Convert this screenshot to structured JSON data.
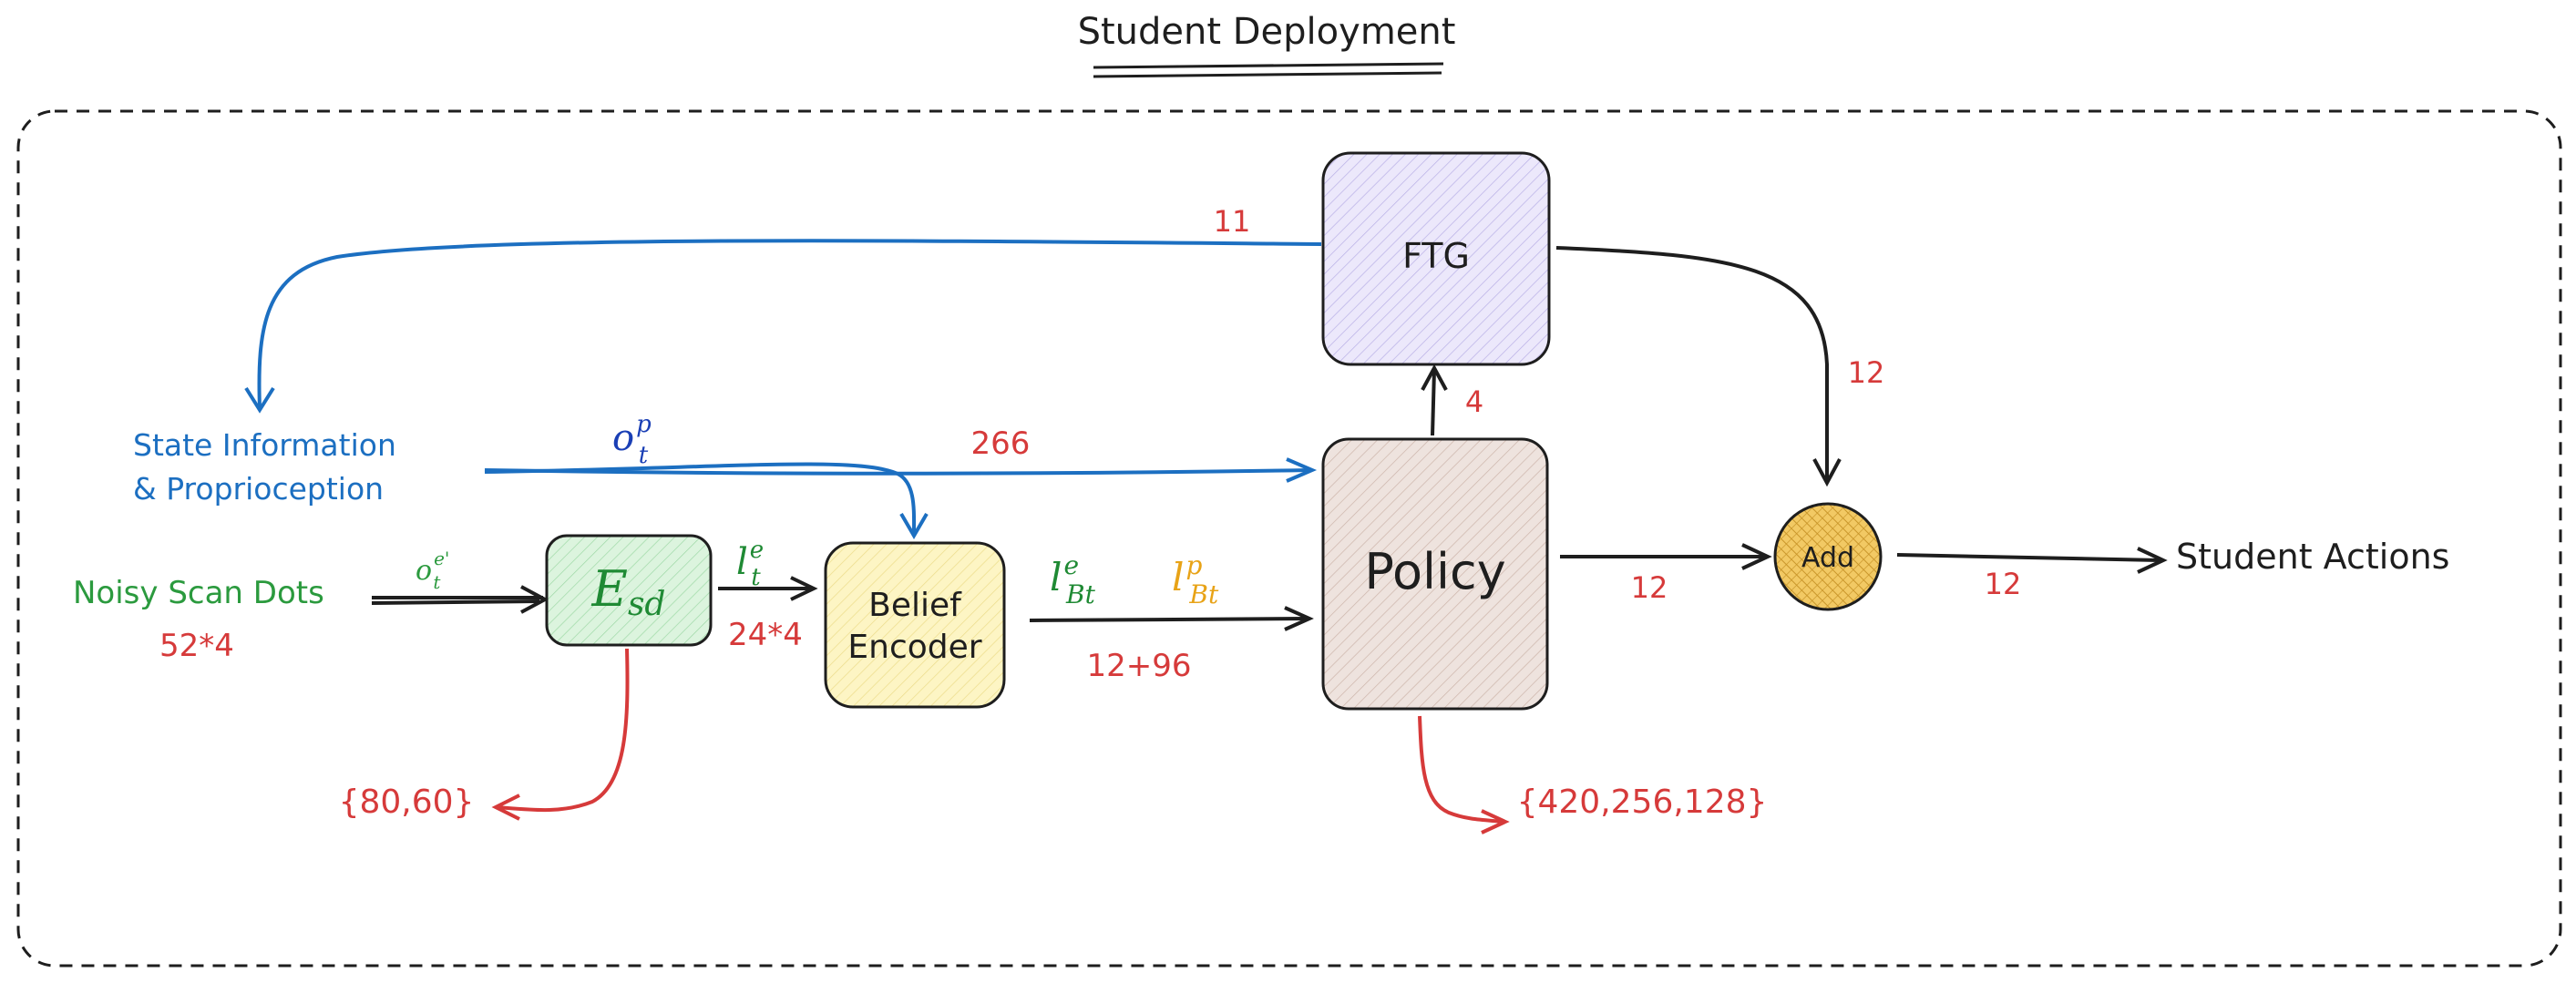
{
  "title": "Student Deployment",
  "nodes": {
    "ftg": "FTG",
    "policy": "Policy",
    "add": "Add",
    "esd": {
      "base": "E",
      "sub": "sd"
    },
    "belief_line1": "Belief",
    "belief_line2": "Encoder"
  },
  "inputs": {
    "state_line1": "State Information",
    "state_line2": "& Proprioception",
    "scan": "Noisy Scan Dots"
  },
  "output": "Student Actions",
  "symbols": {
    "o_p": {
      "base": "o",
      "sup": "p",
      "sub": "t"
    },
    "o_e": {
      "base": "o",
      "sup": "e'",
      "sub": "t"
    },
    "l_e": {
      "base": "l",
      "sup": "e",
      "sub": "t"
    },
    "l_Be": {
      "base": "l",
      "sup": "e",
      "sub": "Bt"
    },
    "l_Bp": {
      "base": "l",
      "sup": "p",
      "sub": "Bt"
    }
  },
  "dims": {
    "ftg_to_state": "11",
    "ftg_to_add": "12",
    "policy_to_ftg": "4",
    "state_to_policy": "266",
    "policy_to_add": "12",
    "add_to_out": "12",
    "scan": "52*4",
    "esd_out": "24*4",
    "belief_out": "12+96",
    "esd_hidden": "{80,60}",
    "policy_hidden": "{420,256,128}"
  },
  "colors": {
    "red": "#d63a3a",
    "blue": "#1c6fc1",
    "darkblue": "#1a3fb5",
    "green": "#2b9a3e",
    "orange": "#e8a317",
    "ftg_fill": "#ece8fb",
    "policy_fill": "#eee3de",
    "esd_fill": "#dcf4de",
    "belief_fill": "#fdf5c4",
    "add_fill": "#f2c964"
  }
}
